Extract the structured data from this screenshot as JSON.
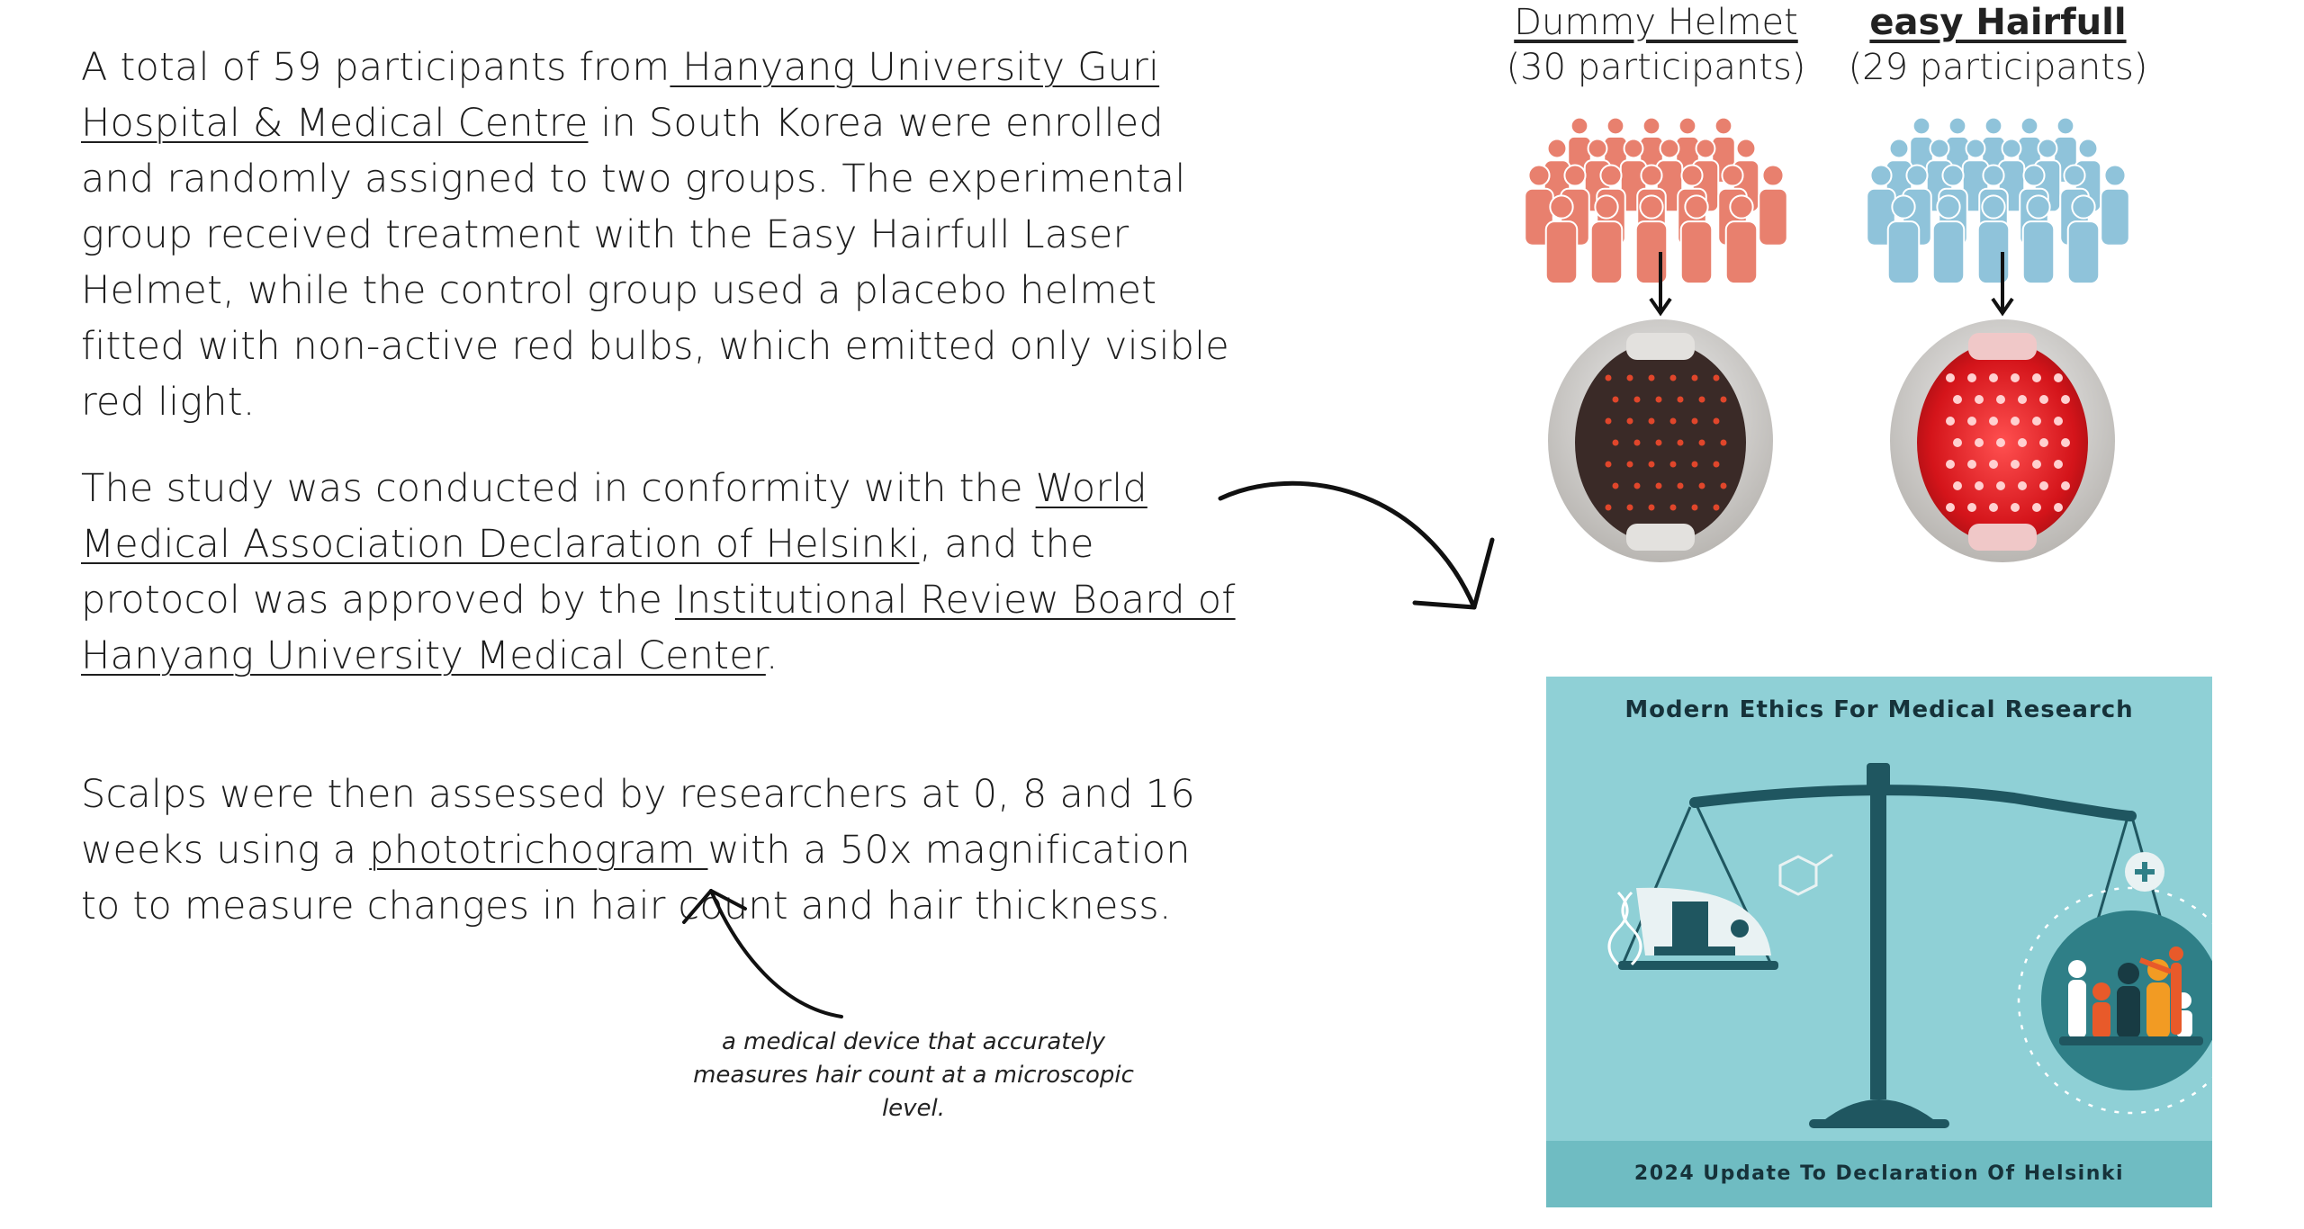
{
  "paragraph1": {
    "t1": "A total of 59 participants from",
    "link1": " Hanyang University Guri Hospital & Medical Centre",
    "t2": " in South Korea were enrolled and randomly assigned to two groups. The experimental group received treatment with the Easy Hairfull Laser Helmet, while the control group used a placebo helmet fitted with non-active red bulbs, which emitted only visible red light."
  },
  "paragraph2": {
    "t1": "The study was conducted in conformity with the ",
    "link1": "World Medical Association Declaration of Helsinki",
    "t2": ", and the protocol was approved by the ",
    "link2": "Institutional Review Board of Hanyang University Medical Center",
    "t3": "."
  },
  "paragraph3": {
    "t1": "Scalps were then assessed by researchers at 0, 8 and 16 weeks  using a ",
    "link1": "phototrichogram ",
    "t2": "with a 50x magnification to to measure changes in hair count and hair thickness."
  },
  "caption": "a medical device that accurately measures hair count at a microscopic level.",
  "groups": {
    "dummy": {
      "title": "Dummy Helmet",
      "count": "(30 participants)",
      "color": "#e8806e"
    },
    "easy": {
      "title": "easy Hairfull",
      "count": "(29 participants)",
      "color": "#8fc3da"
    }
  },
  "ethics_image": {
    "title": "Modern Ethics For Medical Research",
    "footer": "2024 Update To Declaration Of Helsinki"
  }
}
